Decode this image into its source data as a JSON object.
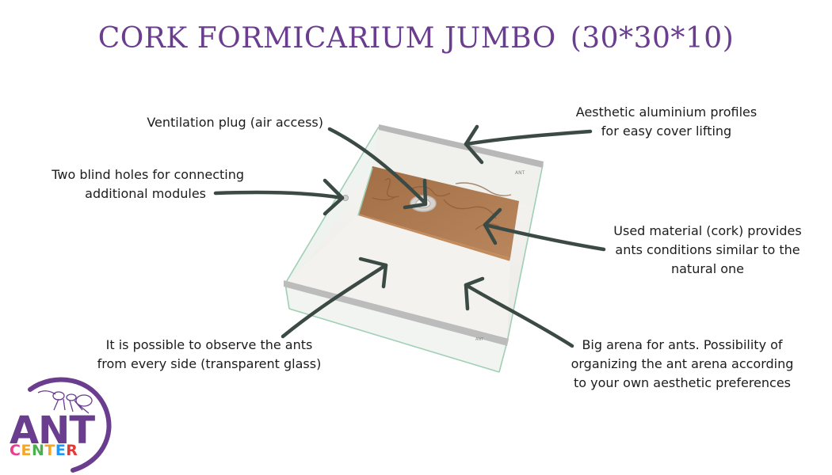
{
  "title": {
    "main": "CORK FORMICARIUM JUMBO",
    "dimensions": "(30*30*10)",
    "color": "#6a3d8f"
  },
  "callouts": [
    {
      "id": "ventilation-plug",
      "lines": [
        "Ventilation plug (air access)"
      ]
    },
    {
      "id": "blind-holes",
      "lines": [
        "Two blind holes for connecting",
        "additional modules"
      ]
    },
    {
      "id": "aluminium-profiles",
      "lines": [
        "Aesthetic aluminium profiles",
        "for easy cover lifting"
      ]
    },
    {
      "id": "cork-material",
      "lines": [
        "Used material (cork) provides",
        "ants conditions similar to the",
        "natural one"
      ]
    },
    {
      "id": "transparent-glass",
      "lines": [
        "It is possible to observe the ants",
        "from every side (transparent glass)"
      ]
    },
    {
      "id": "big-arena",
      "lines": [
        "Big arena for ants. Possibility of",
        "organizing the ant arena according",
        "to your own aesthetic preferences"
      ]
    }
  ],
  "logo": {
    "word1": "ANT",
    "word2_letters": [
      "C",
      "E",
      "N",
      "T",
      "E",
      "R"
    ],
    "word2_colors": [
      "#e83e8c",
      "#f5a623",
      "#4caf50",
      "#f5a623",
      "#2196f3",
      "#e53935"
    ],
    "color": "#6a3d8f"
  },
  "colors": {
    "arrow": "#3b4a44",
    "glass_edge": "#9fcfb4",
    "aluminium": "#b8b8b8",
    "cork": "#b07a52",
    "text": "#1c1c1c"
  }
}
